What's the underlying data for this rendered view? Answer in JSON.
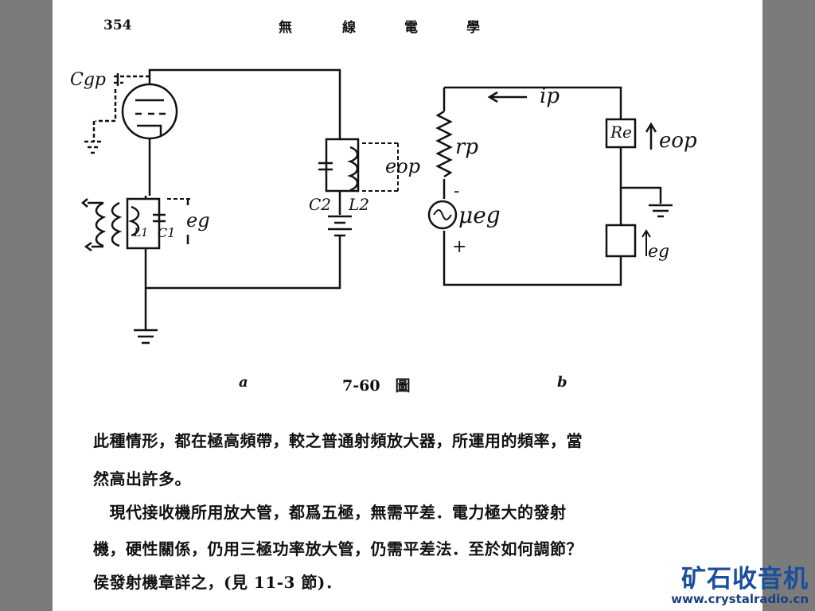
{
  "header": {
    "page_number": "354",
    "title": [
      "無",
      "線",
      "電",
      "學"
    ]
  },
  "figure": {
    "a_labels": {
      "cgp": "Cgp",
      "eop": "eop",
      "c2": "C2",
      "l2": "L2",
      "l1": "L1",
      "c1": "C1",
      "eg": "eg"
    },
    "b_labels": {
      "ip": "ip",
      "rp": "rp",
      "re": "Re",
      "eop": "eop",
      "mueg": "μeg",
      "minus": "-",
      "plus": "+",
      "eg": "eg"
    },
    "caption_a": "a",
    "caption": "7-60　圖",
    "caption_b": "b"
  },
  "body": {
    "lines": [
      "此種情形，都在極高頻帶，較之普通射頻放大器，所運用的頻率，當",
      "然高出許多。",
      "　現代接收機所用放大管，都爲五極，無需平差．電力極大的發射",
      "機，硬性關係，仍用三極功率放大管，仍需平差法．至於如何調節？",
      "侯發射機章詳之，(見 11-3 節)．"
    ]
  },
  "watermark": {
    "name": "矿石收音机",
    "url": "www.crystalradio.cn"
  }
}
